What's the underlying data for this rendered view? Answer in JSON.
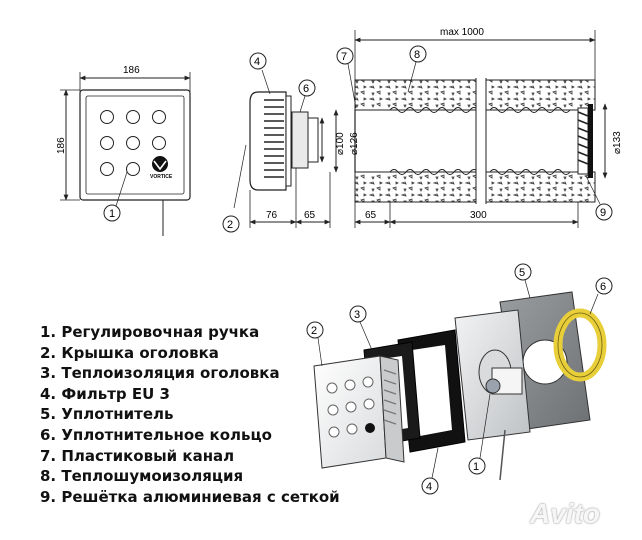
{
  "dimensions": {
    "width_186": "186",
    "height_186": "186",
    "max_length": "max 1000",
    "d76": "76",
    "d65a": "65",
    "d65b": "65",
    "d300": "300",
    "dia100": "⌀100",
    "dia126": "⌀126",
    "dia133": "⌀133"
  },
  "callouts": {
    "c1": "1",
    "c2": "2",
    "c3": "3",
    "c4": "4",
    "c5": "5",
    "c6": "6",
    "c7": "7",
    "c8": "8",
    "c9": "9",
    "e1": "1",
    "e2": "2",
    "e3": "3",
    "e4": "4",
    "e5": "5",
    "e6": "6"
  },
  "brand": "VORTICE",
  "legend": [
    "1. Регулировочная ручка",
    "2. Крышка оголовка",
    "3. Теплоизоляция оголовка",
    "4. Фильтр  EU 3",
    "5. Уплотнитель",
    "6. Уплотнительное кольцо",
    "7. Пластиковый канал",
    "8. Теплошумоизоляция",
    "9. Решётка алюминиевая с сеткой"
  ],
  "watermark": "Avito",
  "colors": {
    "line": "#222222",
    "gasket": "#8a8d8f",
    "ring": "#e8cf3a",
    "insulation": "#111111"
  }
}
